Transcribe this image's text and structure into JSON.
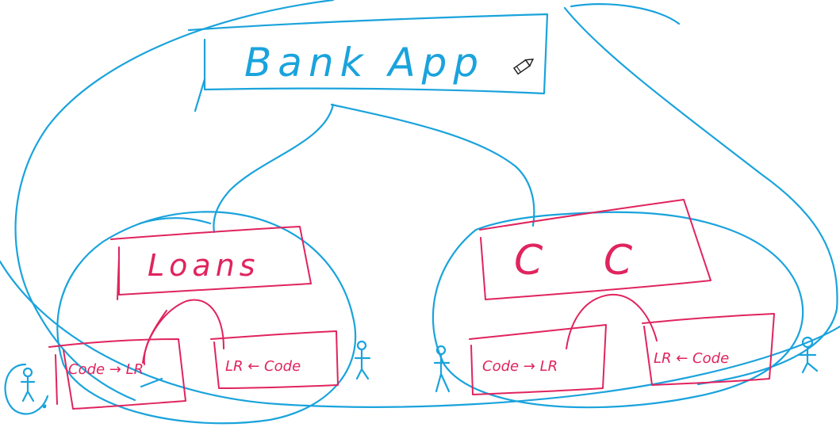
{
  "colors": {
    "blue_ink": "#1aa3dc",
    "red_ink": "#e0245e",
    "background": "#ffffff"
  },
  "diagram": {
    "root": {
      "label": "Bank App"
    },
    "modules": [
      {
        "label": "Loans",
        "subboxes": [
          {
            "label": "Code → LR"
          },
          {
            "label": "LR ← Code"
          }
        ]
      },
      {
        "label": "C C",
        "subboxes": [
          {
            "label": "Code → LR"
          },
          {
            "label": "LR ← Code"
          }
        ]
      }
    ]
  },
  "icons": [
    "pencil-cursor-icon",
    "person-icon"
  ]
}
